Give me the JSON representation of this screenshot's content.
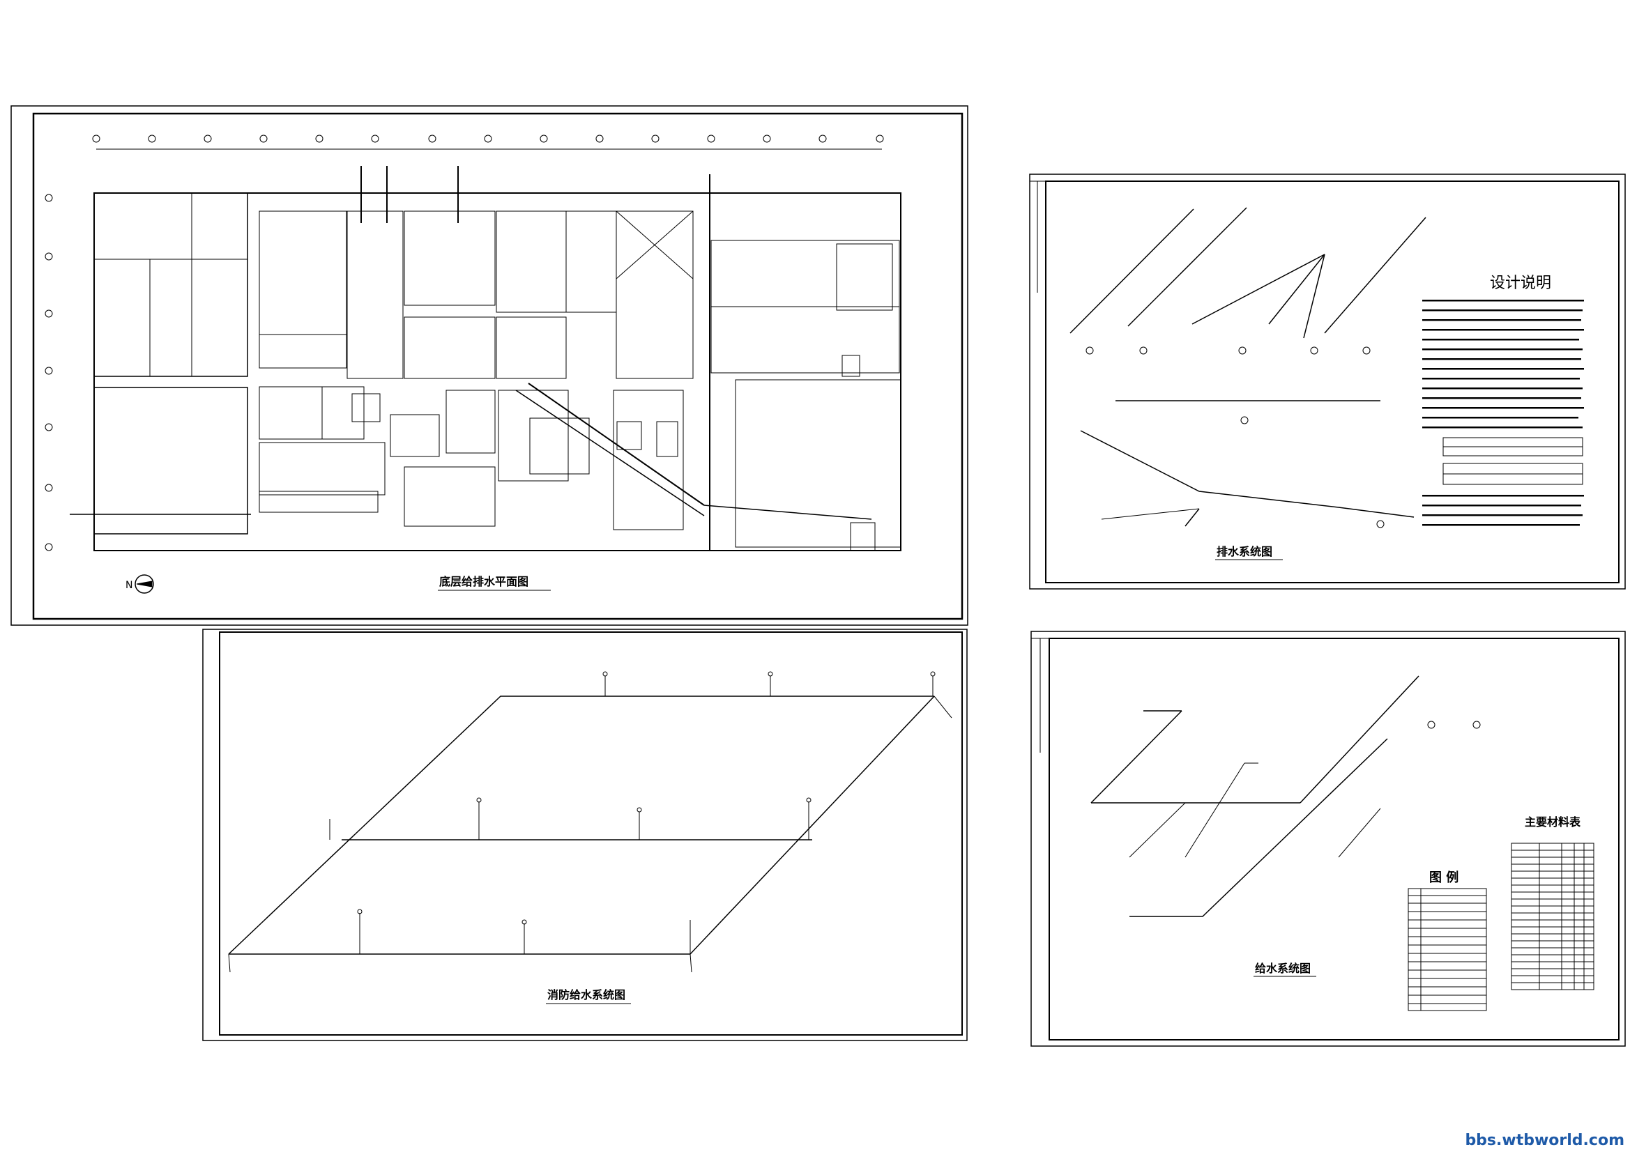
{
  "sheets": {
    "floor_plan": {
      "title": "底层给排水平面图",
      "north": "N"
    },
    "drainage": {
      "title": "排水系统图"
    },
    "fire_supply": {
      "title": "消防给水系统图"
    },
    "supply": {
      "title": "给水系统图"
    }
  },
  "notes": {
    "title": "设计说明"
  },
  "materials": {
    "title": "主要材料表"
  },
  "legend": {
    "title": "图  例"
  },
  "watermark": "bbs.wtbworld.com"
}
